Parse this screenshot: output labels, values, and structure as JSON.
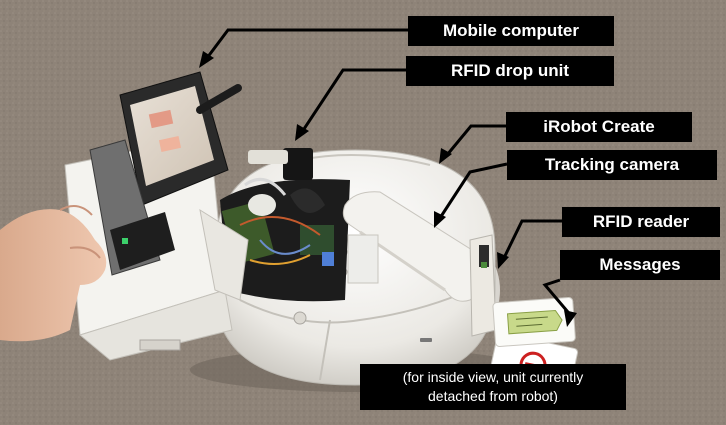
{
  "labels": {
    "mobile_computer": "Mobile computer",
    "rfid_drop_unit": "RFID drop unit",
    "irobot_create": "iRobot Create",
    "tracking_camera": "Tracking camera",
    "rfid_reader": "RFID reader",
    "messages": "Messages"
  },
  "caption": {
    "line1": "(for inside view, unit currently",
    "line2": "detached from robot)"
  },
  "colors": {
    "carpet": "#8e8378",
    "robot_shell": "#f1f0ec",
    "label_bg": "#000000",
    "label_text": "#ffffff"
  }
}
